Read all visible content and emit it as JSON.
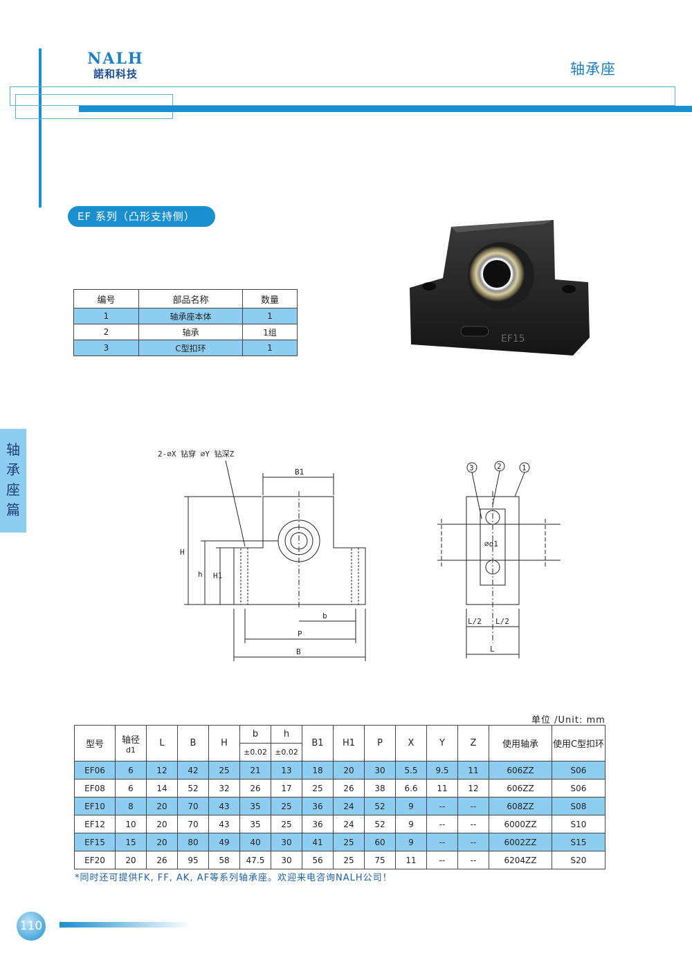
{
  "header": {
    "logo_top": "NALH",
    "logo_bottom": "諾和科技",
    "page_title": "轴承座"
  },
  "series_title": "EF 系列（凸形支持侧）",
  "side_tab": [
    "轴",
    "承",
    "座",
    "篇"
  ],
  "parts_table": {
    "headers": [
      "编号",
      "部品名称",
      "数量"
    ],
    "rows": [
      [
        "1",
        "轴承座本体",
        "1"
      ],
      [
        "2",
        "轴承",
        "1组"
      ],
      [
        "3",
        "C型扣环",
        "1"
      ]
    ]
  },
  "product_image": {
    "engraving": "EF15"
  },
  "drawing": {
    "hole_note": "2-∅X 钻穿 ∅Y 钻深Z",
    "labels": {
      "B1": "B1",
      "H": "H",
      "h": "h",
      "H1": "H1",
      "b": "b",
      "P": "P",
      "B": "B",
      "d1": "∅d1",
      "L2a": "L/2",
      "L2b": "L/2",
      "L": "L",
      "c1": "1",
      "c2": "2",
      "c3": "3"
    }
  },
  "unit": "单位 /Unit: mm",
  "spec_table": {
    "headers": {
      "model": "型号",
      "shaft": "轴径",
      "shaft_sub": "d1",
      "L": "L",
      "B": "B",
      "H": "H",
      "b": "b",
      "b_tol": "±0.02",
      "h": "h",
      "h_tol": "±0.02",
      "B1": "B1",
      "H1": "H1",
      "P": "P",
      "X": "X",
      "Y": "Y",
      "Z": "Z",
      "bearing": "使用轴承",
      "ring": "使用C型扣环"
    },
    "rows": [
      [
        "EF06",
        "6",
        "12",
        "42",
        "25",
        "21",
        "13",
        "18",
        "20",
        "30",
        "5.5",
        "9.5",
        "11",
        "606ZZ",
        "S06"
      ],
      [
        "EF08",
        "6",
        "14",
        "52",
        "32",
        "26",
        "17",
        "25",
        "26",
        "38",
        "6.6",
        "11",
        "12",
        "606ZZ",
        "S06"
      ],
      [
        "EF10",
        "8",
        "20",
        "70",
        "43",
        "35",
        "25",
        "36",
        "24",
        "52",
        "9",
        "--",
        "--",
        "608ZZ",
        "S08"
      ],
      [
        "EF12",
        "10",
        "20",
        "70",
        "43",
        "35",
        "25",
        "36",
        "24",
        "52",
        "9",
        "--",
        "--",
        "6000ZZ",
        "S10"
      ],
      [
        "EF15",
        "15",
        "20",
        "80",
        "49",
        "40",
        "30",
        "41",
        "25",
        "60",
        "9",
        "--",
        "--",
        "6002ZZ",
        "S15"
      ],
      [
        "EF20",
        "20",
        "26",
        "95",
        "58",
        "47.5",
        "30",
        "56",
        "25",
        "75",
        "11",
        "--",
        "--",
        "6204ZZ",
        "S20"
      ]
    ]
  },
  "footnote": "*同时还可提供FK, FF, AK, AF等系列轴承座。欢迎来电咨询NALH公司！",
  "page_number": "110",
  "colors": {
    "accent": "#1a8fd0",
    "row_highlight": "#8dcdf1"
  }
}
